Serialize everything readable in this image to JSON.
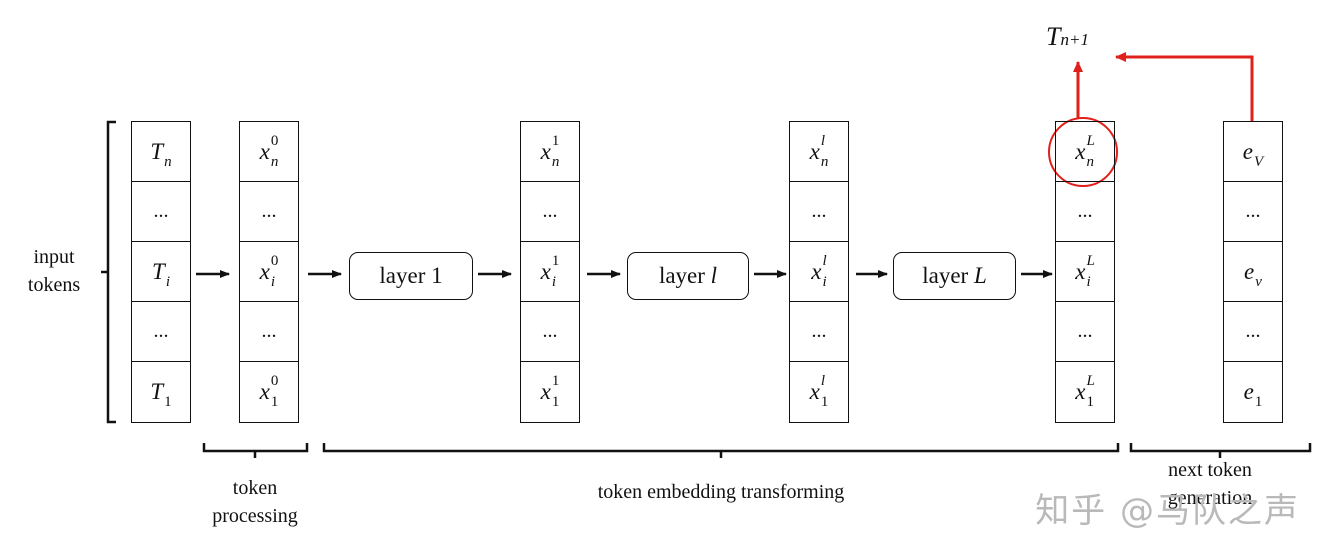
{
  "labels": {
    "input_tokens_line1": "input",
    "input_tokens_line2": "tokens",
    "token_processing_line1": "token",
    "token_processing_line2": "processing",
    "token_embedding": "token embedding transforming",
    "next_token_line1": "next token",
    "next_token_line2": "generation",
    "output_token_base": "T",
    "output_token_sub": "n+1"
  },
  "layers": [
    {
      "prefix": "layer ",
      "name": "1",
      "italic": false
    },
    {
      "prefix": "layer ",
      "name": "l",
      "italic": true
    },
    {
      "prefix": "layer ",
      "name": "L",
      "italic": true
    }
  ],
  "columns": [
    {
      "id": "input",
      "cells": [
        {
          "base": "T",
          "sub": "n",
          "sup": ""
        },
        {
          "dots": "..."
        },
        {
          "base": "T",
          "sub": "i",
          "sup": ""
        },
        {
          "dots": "..."
        },
        {
          "base": "T",
          "sub": "1",
          "sup": ""
        }
      ]
    },
    {
      "id": "x0",
      "cells": [
        {
          "base": "x",
          "sub": "n",
          "sup": "0"
        },
        {
          "dots": "..."
        },
        {
          "base": "x",
          "sub": "i",
          "sup": "0"
        },
        {
          "dots": "..."
        },
        {
          "base": "x",
          "sub": "1",
          "sup": "0"
        }
      ]
    },
    {
      "id": "x1",
      "cells": [
        {
          "base": "x",
          "sub": "n",
          "sup": "1"
        },
        {
          "dots": "..."
        },
        {
          "base": "x",
          "sub": "i",
          "sup": "1"
        },
        {
          "dots": "..."
        },
        {
          "base": "x",
          "sub": "1",
          "sup": "1"
        }
      ]
    },
    {
      "id": "xl",
      "cells": [
        {
          "base": "x",
          "sub": "n",
          "sup": "l"
        },
        {
          "dots": "..."
        },
        {
          "base": "x",
          "sub": "i",
          "sup": "l"
        },
        {
          "dots": "..."
        },
        {
          "base": "x",
          "sub": "1",
          "sup": "l"
        }
      ]
    },
    {
      "id": "xL",
      "cells": [
        {
          "base": "x",
          "sub": "n",
          "sup": "L"
        },
        {
          "dots": "..."
        },
        {
          "base": "x",
          "sub": "i",
          "sup": "L"
        },
        {
          "dots": "..."
        },
        {
          "base": "x",
          "sub": "1",
          "sup": "L"
        }
      ]
    },
    {
      "id": "vocab",
      "cells": [
        {
          "base": "e",
          "sub": "V",
          "sup": ""
        },
        {
          "dots": "..."
        },
        {
          "base": "e",
          "sub": "v",
          "sup": ""
        },
        {
          "dots": "..."
        },
        {
          "base": "e",
          "sub": "1",
          "sup": ""
        }
      ]
    }
  ],
  "watermark": "知乎 @马队之声",
  "colors": {
    "highlight": "#e0201b",
    "stroke": "#111111"
  }
}
